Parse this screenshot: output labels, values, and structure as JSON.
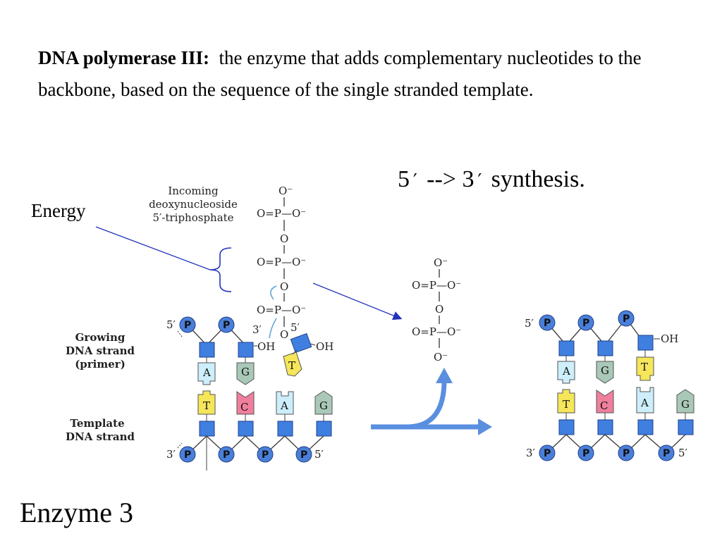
{
  "definition": {
    "term": "DNA polymerase III:",
    "text": "the enzyme that adds complementary nucleotides to the backbone, based on the sequence of the single stranded template."
  },
  "synthesis": {
    "five": "5",
    "prime": "′",
    "arrow": " --> 3",
    "prime2": "′",
    "word": " synthesis."
  },
  "energy_label": "Energy",
  "enzyme_title": "Enzyme 3",
  "diagram": {
    "incoming_label": [
      "Incoming",
      "deoxynucleoside",
      "5′-triphosphate"
    ],
    "growing_label": [
      "Growing",
      "DNA strand",
      "(primer)"
    ],
    "template_label": [
      "Template",
      "DNA strand"
    ],
    "five_prime": "5′",
    "three_prime": "3′",
    "phosphate": "P",
    "oh": "OH",
    "o": "O",
    "o_minus": "O⁻",
    "bases_left_top": [
      "A",
      "G",
      "T"
    ],
    "bases_left_bottom": [
      "T",
      "C",
      "A",
      "G"
    ],
    "bases_right_top": [
      "A",
      "G",
      "T"
    ],
    "bases_right_bottom": [
      "T",
      "C",
      "A",
      "G"
    ],
    "colors": {
      "phosphate": "#4a7fd9",
      "sugar": "#3f7fe0",
      "base_A": "#cdeefb",
      "base_G": "#a9c8b8",
      "base_T": "#f5e65a",
      "base_C": "#ef7f9d",
      "arrow": "#5a8fe0",
      "line": "#2233bb"
    }
  }
}
